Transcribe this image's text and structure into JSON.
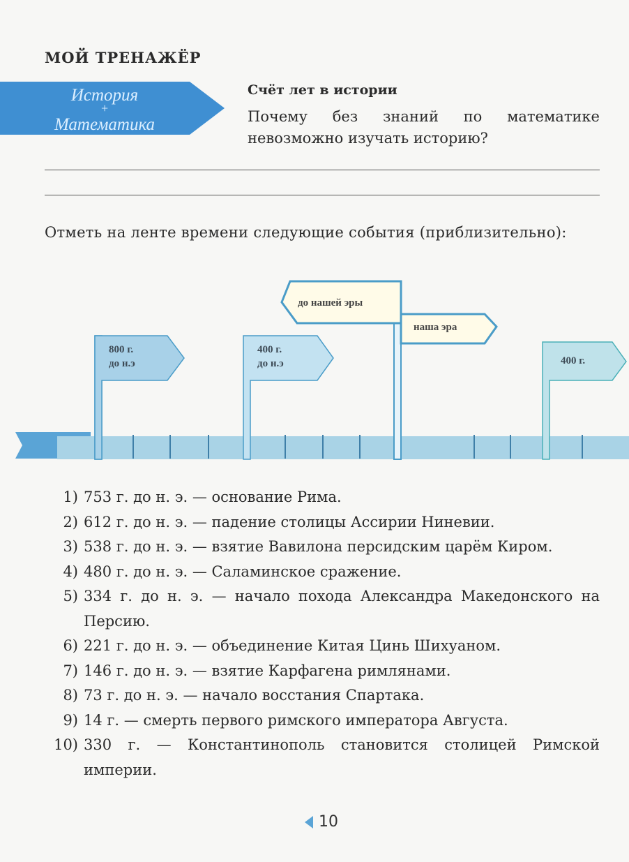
{
  "header": {
    "section_title": "МОЙ ТРЕНАЖЁР"
  },
  "banner": {
    "line1": "История",
    "plus": "+",
    "line2": "Математика",
    "color": "#3f8fd2"
  },
  "topic": {
    "title": "Счёт лет в истории",
    "question": "Почему без знаний по математике невозможно изучать историю?"
  },
  "instruction": "Отметь на ленте времени следующие события (приблизительно):",
  "timeline": {
    "signpost_bc": "до нашей эры",
    "signpost_ad": "наша эра",
    "flags": [
      {
        "line1": "800 г.",
        "line2": "до н.э"
      },
      {
        "line1": "400 г.",
        "line2": "до н.э"
      },
      {
        "line1": "400 г.",
        "line2": ""
      }
    ],
    "ribbon_color": "#a9d3e6"
  },
  "events": [
    {
      "num": "1)",
      "text": "753 г. до н. э. — основание Рима."
    },
    {
      "num": "2)",
      "text": "612 г. до н. э. — падение столицы Ассирии Ниневии."
    },
    {
      "num": "3)",
      "text": "538 г. до н. э. — взятие Вавилона персидским царём Киром."
    },
    {
      "num": "4)",
      "text": "480 г. до н. э. — Саламинское сражение."
    },
    {
      "num": "5)",
      "text": "334 г. до н. э. — начало похода Александра Македонского на Персию."
    },
    {
      "num": "6)",
      "text": "221 г. до н. э. — объединение Китая Цинь Шихуаном."
    },
    {
      "num": "7)",
      "text": "146 г. до н. э. — взятие Карфагена римлянами."
    },
    {
      "num": "8)",
      "text": "73 г. до н. э. — начало восстания Спартака."
    },
    {
      "num": "9)",
      "text": "14 г. — смерть первого римского императора Августа."
    },
    {
      "num": "10)",
      "text": "330 г. — Константинополь становится столицей Римской империи."
    }
  ],
  "footer": {
    "page_number": "10"
  }
}
